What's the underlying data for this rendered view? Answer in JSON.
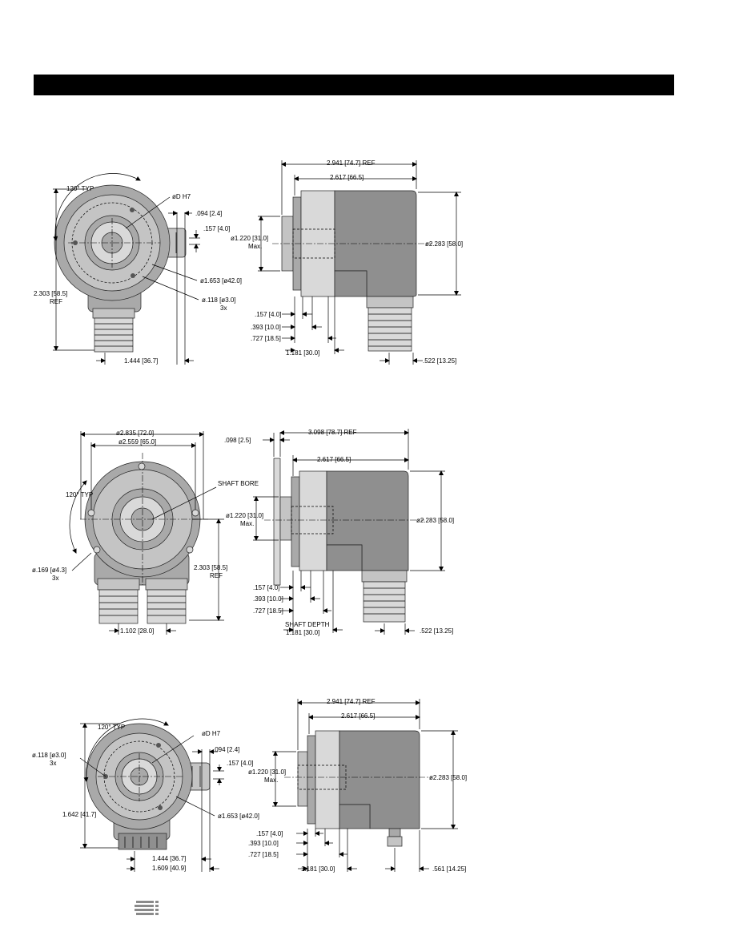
{
  "views": {
    "top_front": {
      "angle": "120° TYP",
      "bore": "øD H7",
      "ear_offset": ".094 [2.4]",
      "ear_height": ".157 [4.0]",
      "bolt_circle": "ø1.653 [ø42.0]",
      "holes": "ø.118 [ø3.0]",
      "holes_qty": "3x",
      "height": "2.303 [58.5]",
      "height_ref": "REF",
      "width": "1.444 [36.7]"
    },
    "top_side": {
      "overall_length": "2.941 [74.7] REF",
      "body_length": "2.617 [66.5]",
      "pilot_diameter": "ø1.220 [31.0]",
      "pilot_max": "Max.",
      "body_diameter": "ø2.283 [58.0]",
      "d1": ".157 [4.0]",
      "d2": ".393 [10.0]",
      "d3": ".727 [18.5]",
      "shaft_depth": "1.181 [30.0]",
      "connector": ".522 [13.25]"
    },
    "mid_front": {
      "outer_diameter": "ø2.835 [72.0]",
      "bolt_circle": "ø2.559 [65.0]",
      "angle": "120° TYP",
      "shaft_bore": "SHAFT BORE",
      "holes": "ø.169 [ø4.3]",
      "holes_qty": "3x",
      "height": "2.303 [58.5]",
      "height_ref": "REF",
      "connector_spacing": "1.102 [28.0]"
    },
    "mid_side": {
      "plate": ".098 [2.5]",
      "overall_length": "3.098 [78.7] REF",
      "body_length": "2.617 [66.5]",
      "pilot_diameter": "ø1.220 [31.0]",
      "pilot_max": "Max.",
      "body_diameter": "ø2.283 [58.0]",
      "d1": ".157 [4.0]",
      "d2": ".393 [10.0]",
      "d3": ".727 [18.5]",
      "shaft_depth_label": "SHAFT DEPTH",
      "shaft_depth": "1.181 [30.0]",
      "connector": ".522 [13.25]"
    },
    "bot_front": {
      "angle": "120° TYP",
      "bore": "øD H7",
      "holes": "ø.118 [ø3.0]",
      "holes_qty": "3x",
      "ear_offset": ".094 [2.4]",
      "ear_height": ".157 [4.0]",
      "height": "1.642 [41.7]",
      "bolt_circle": "ø1.653 [ø42.0]",
      "width_a": "1.444 [36.7]",
      "width_b": "1.609 [40.9]"
    },
    "bot_side": {
      "overall_length": "2.941 [74.7] REF",
      "body_length": "2.617 [66.5]",
      "pilot_diameter": "ø1.220 [31.0]",
      "pilot_max": "Max.",
      "body_diameter": "ø2.283 [58.0]",
      "d1": ".157 [4.0]",
      "d2": ".393 [10.0]",
      "d3": ".727 [18.5]",
      "shaft_depth": "1.181 [30.0]",
      "connector": ".561 [14.25]"
    }
  }
}
